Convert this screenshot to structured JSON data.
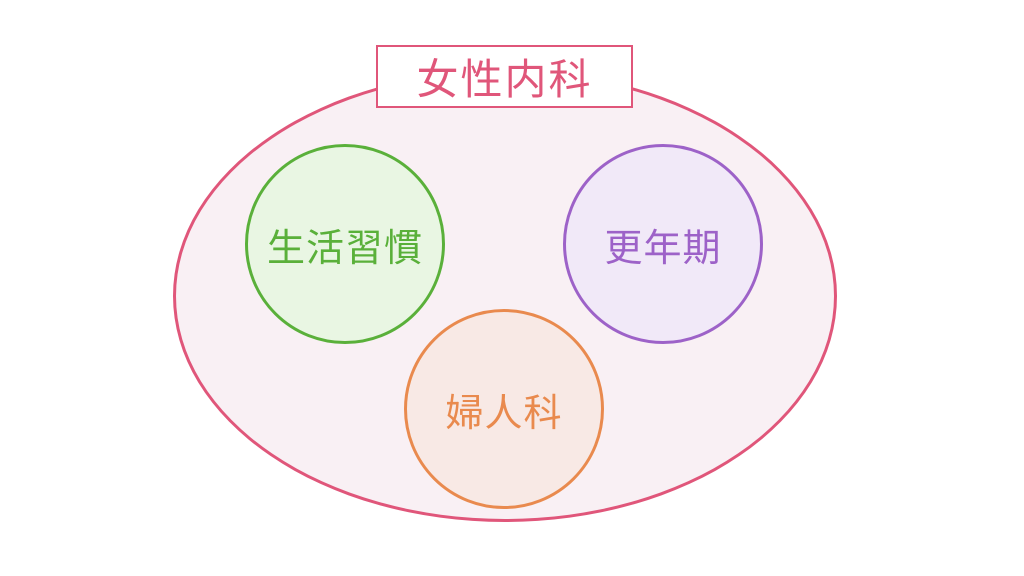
{
  "title": "女性内科",
  "circles": [
    {
      "label": "生活習慣"
    },
    {
      "label": "更年期"
    },
    {
      "label": "婦人科"
    }
  ],
  "colors": {
    "outer_stroke": "#e0567a",
    "outer_fill": "#f9f0f4",
    "green_stroke": "#5ab03a",
    "green_fill": "#e9f6e3",
    "purple_stroke": "#9d62c8",
    "purple_fill": "#f1e9f8",
    "orange_stroke": "#e98a4e",
    "orange_fill": "#f8e9e5"
  }
}
